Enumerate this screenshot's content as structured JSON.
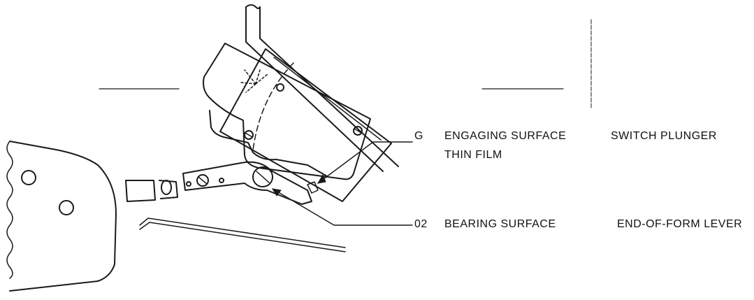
{
  "labels": {
    "g_code": "G",
    "engaging_surface": "ENGAGING SURFACE",
    "thin_film": "THIN FILM",
    "switch_plunger": "SWITCH PLUNGER",
    "code_02": "02",
    "bearing_surface": "BEARING SURFACE",
    "end_of_form_lever": "END-OF-FORM LEVER"
  },
  "colors": {
    "ink": "#1a1a1a",
    "paper": "#ffffff"
  }
}
